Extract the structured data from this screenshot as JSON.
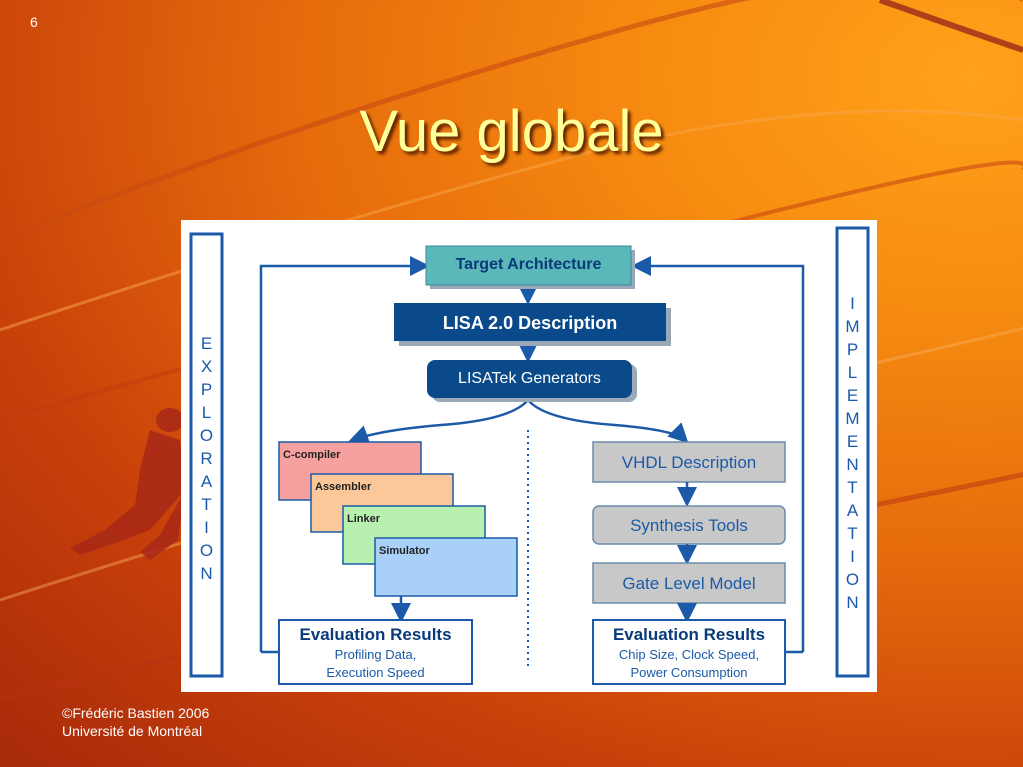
{
  "slide": {
    "number": "6",
    "title": "Vue globale",
    "footer_line1": "©Frédéric Bastien 2006",
    "footer_line2": "Université de Montréal"
  },
  "diagram": {
    "target_architecture": "Target Architecture",
    "lisa_description": "LISA 2.0 Description",
    "lisatek_generators": "LISATek Generators",
    "exploration_letters": [
      "E",
      "X",
      "P",
      "L",
      "O",
      "R",
      "A",
      "T",
      "I",
      "O",
      "N"
    ],
    "implementation_letters": [
      "I",
      "M",
      "P",
      "L",
      "E",
      "M",
      "E",
      "N",
      "T",
      "A",
      "T",
      "I",
      "O",
      "N"
    ],
    "tools": [
      "C-compiler",
      "Assembler",
      "Linker",
      "Simulator"
    ],
    "vhdl_description": "VHDL Description",
    "synthesis_tools": "Synthesis Tools",
    "gate_level_model": "Gate Level Model",
    "eval_left": {
      "title": "Evaluation Results",
      "line1": "Profiling Data,",
      "line2": "Execution Speed"
    },
    "eval_right": {
      "title": "Evaluation Results",
      "line1": "Chip Size, Clock Speed,",
      "line2": "Power Consumption"
    }
  },
  "colors": {
    "teal_box": "#5ab8b8",
    "navy_box": "#0a4a8a",
    "gray_box": "#c8c8c8",
    "c_compiler": "#f7a0a0",
    "assembler": "#fcc89a",
    "linker": "#b8f0b0",
    "simulator": "#a8d0f8",
    "title_yellow": "#ffff99"
  }
}
